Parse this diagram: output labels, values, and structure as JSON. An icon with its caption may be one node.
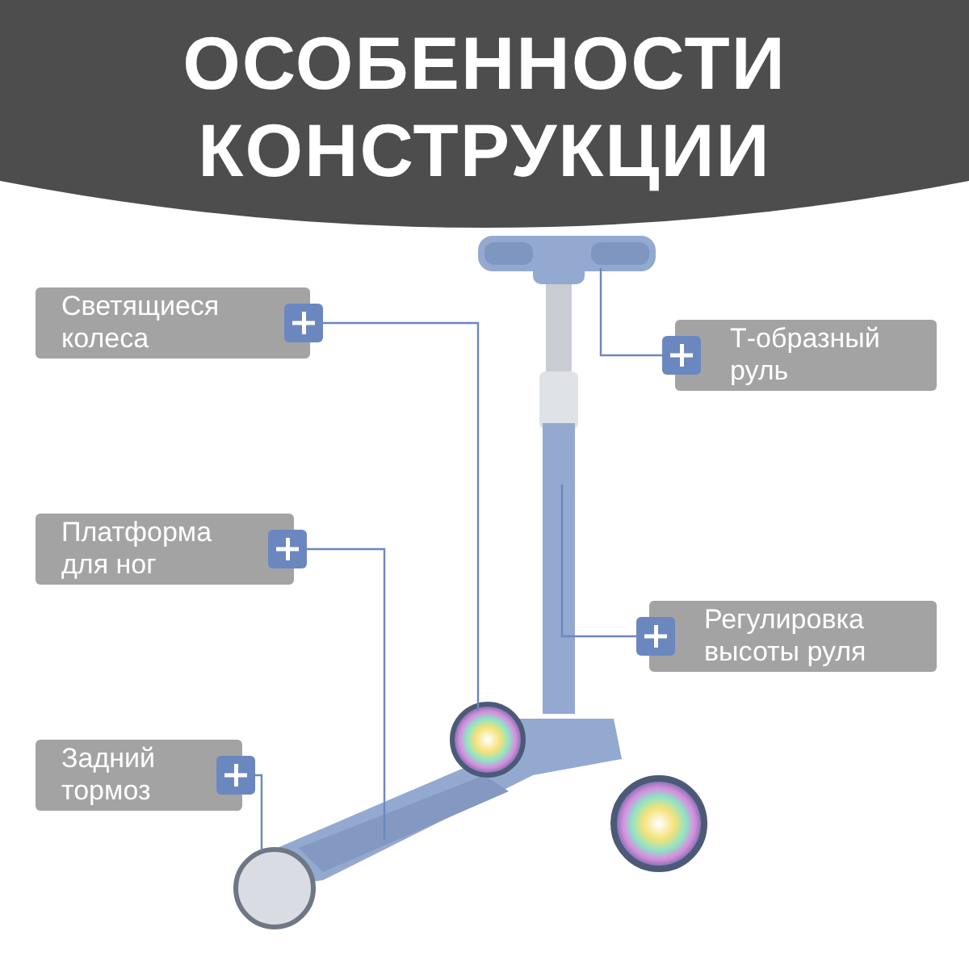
{
  "diagram": {
    "title": "ОСОБЕННОСТИ КОНСТРУКЦИИ",
    "nodes": [
      {
        "text": [
          "Светящиеся колеса"
        ]
      },
      {
        "text": [
          "Т-образный руль"
        ]
      },
      {
        "text": [
          "Платформа для ног"
        ]
      },
      {
        "text": [
          "Регулировка высоты руля"
        ]
      },
      {
        "text": [
          "Задний тормоз"
        ]
      }
    ],
    "edges": [
      {
        "from": 0,
        "to": null,
        "arrow": "none"
      },
      {
        "from": 1,
        "to": null,
        "arrow": "none"
      },
      {
        "from": 2,
        "to": null,
        "arrow": "none"
      },
      {
        "from": 3,
        "to": null,
        "arrow": "none"
      },
      {
        "from": 4,
        "to": null,
        "arrow": "none"
      }
    ]
  }
}
